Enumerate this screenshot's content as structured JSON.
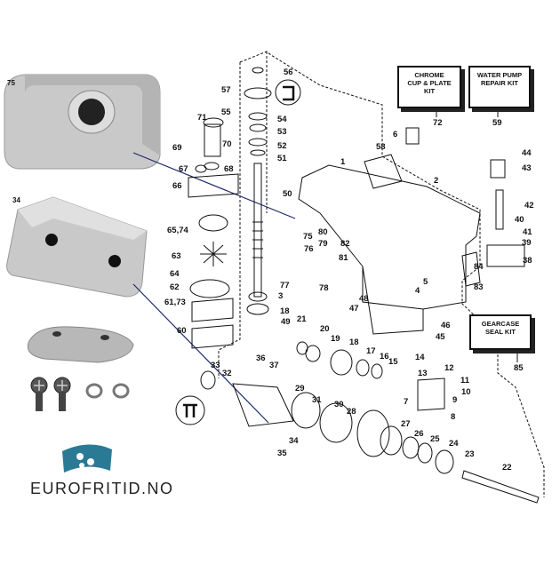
{
  "brand": {
    "name": "EUROFRITID.NO",
    "logo_color": "#2a7a96"
  },
  "kits": [
    {
      "id": "chrome",
      "line1": "CHROME",
      "line2": "CUP & PLATE",
      "line3": "KIT",
      "num": "72"
    },
    {
      "id": "waterpump",
      "line1": "WATER PUMP",
      "line2": "REPAIR KIT",
      "line3": "",
      "num": "59"
    },
    {
      "id": "gearcase",
      "line1": "GEARCASE",
      "line2": "SEAL KIT",
      "line3": "",
      "num": "85"
    }
  ],
  "anode_callouts": {
    "top": "75",
    "middle": "34"
  },
  "part_numbers": [
    "56",
    "57",
    "55",
    "54",
    "53",
    "52",
    "51",
    "71",
    "70",
    "69",
    "67",
    "68",
    "66",
    "50",
    "65,74",
    "63",
    "64",
    "62",
    "61,73",
    "60",
    "58",
    "6",
    "1",
    "2",
    "44",
    "43",
    "42",
    "40",
    "41",
    "39",
    "38",
    "75",
    "76",
    "80",
    "79",
    "82",
    "81",
    "77",
    "78",
    "3",
    "18",
    "49",
    "84",
    "83",
    "5",
    "4",
    "48",
    "47",
    "46",
    "45",
    "21",
    "20",
    "19",
    "36",
    "37",
    "33",
    "32",
    "29",
    "31",
    "30",
    "18",
    "17",
    "16",
    "15",
    "14",
    "13",
    "12",
    "11",
    "10",
    "9",
    "7",
    "8",
    "28",
    "27",
    "26",
    "25",
    "24",
    "23",
    "22",
    "34",
    "35"
  ],
  "colors": {
    "line": "#111111",
    "anode_fill": "#c9c9c9",
    "anode_dark": "#8a8a8a",
    "connector": "#1f2a6b"
  }
}
